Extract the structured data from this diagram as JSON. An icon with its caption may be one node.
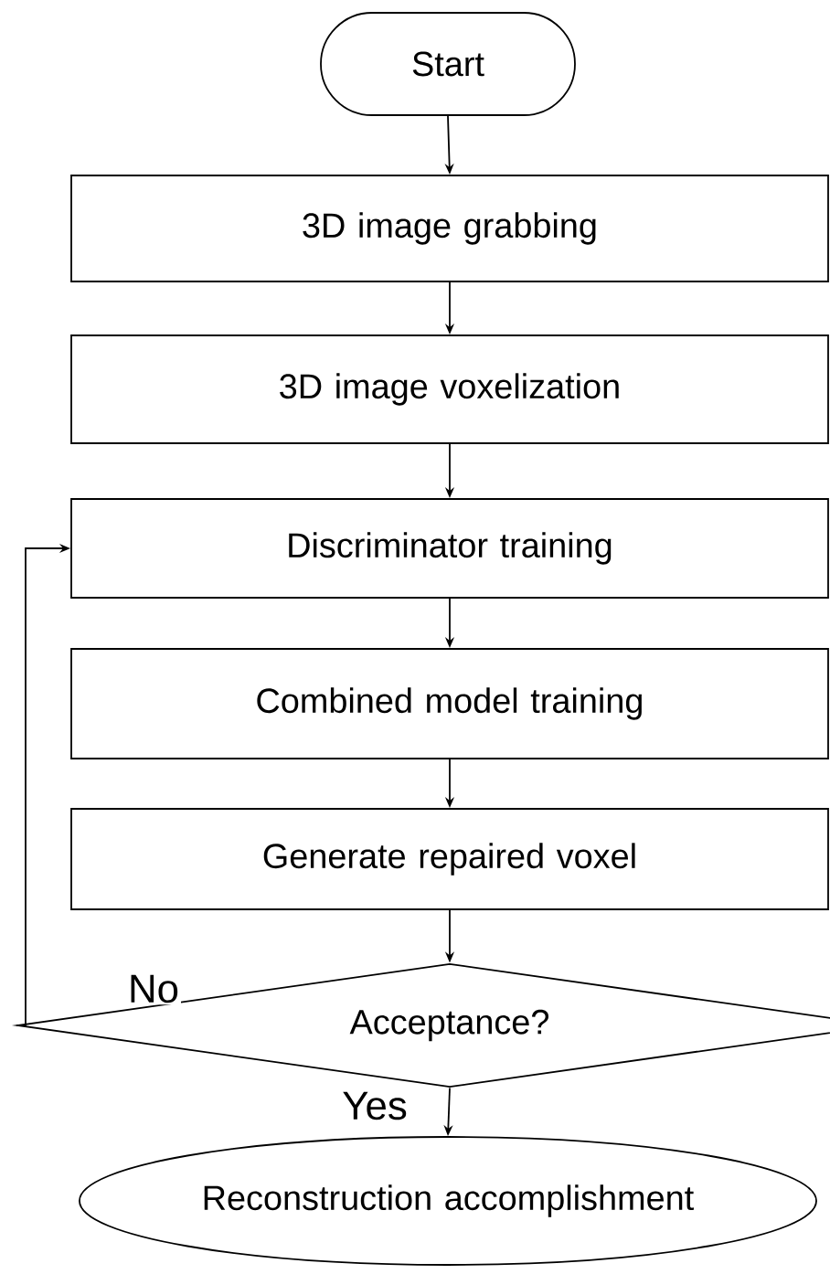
{
  "diagram": {
    "nodes": [
      {
        "text": [
          "Start"
        ]
      },
      {
        "text": [
          "3D image grabbing"
        ]
      },
      {
        "text": [
          "3D image voxelization"
        ]
      },
      {
        "text": [
          "Discriminator training"
        ]
      },
      {
        "text": [
          "Combined model training"
        ]
      },
      {
        "text": [
          "Generate repaired voxel"
        ]
      },
      {
        "text": [
          "Acceptance?"
        ]
      },
      {
        "text": [
          "Reconstruction accomplishment"
        ]
      }
    ],
    "edges": [
      {
        "from": 0,
        "to": 1,
        "arrow": "to"
      },
      {
        "from": 1,
        "to": 2,
        "arrow": "to"
      },
      {
        "from": 2,
        "to": 3,
        "arrow": "to"
      },
      {
        "from": 3,
        "to": 4,
        "arrow": "to"
      },
      {
        "from": 4,
        "to": 5,
        "arrow": "to"
      },
      {
        "from": 5,
        "to": 6,
        "arrow": "to"
      },
      {
        "from": 6,
        "to": 3,
        "arrow": "to",
        "label": "No"
      },
      {
        "from": 6,
        "to": 7,
        "arrow": "to",
        "label": "Yes"
      }
    ]
  }
}
